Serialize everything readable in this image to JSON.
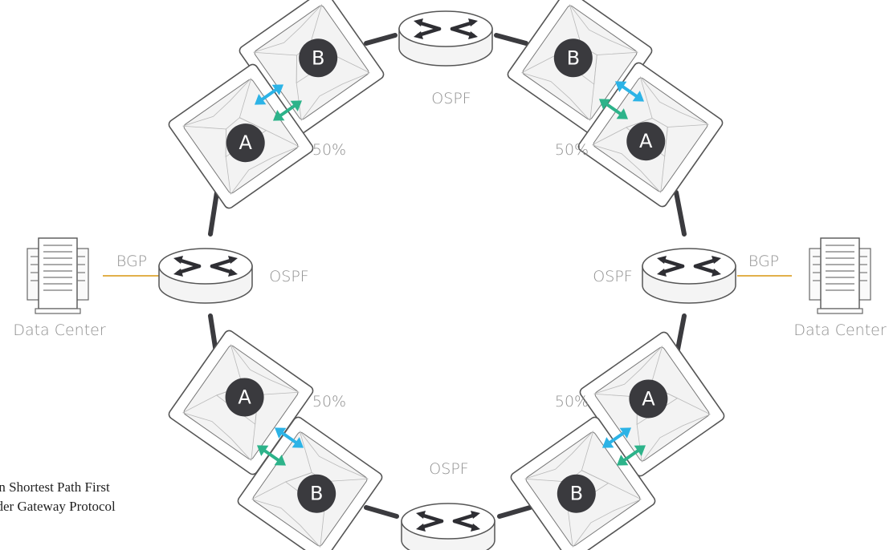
{
  "labels": {
    "ospf": "OSPF",
    "bgp": "BGP",
    "data_center": "Data Center",
    "percent": "50%",
    "device_a": "A",
    "device_b": "B"
  },
  "legend": {
    "line1": "Open Shortest Path First",
    "line2": "Border Gateway Protocol"
  },
  "colors": {
    "ring_link": "#3b3b3f",
    "bgp_link": "#e2b04a",
    "arrow_blue": "#2cb3e6",
    "arrow_green": "#2db38a",
    "badge": "#3a3a3e",
    "label_text": "#8f8f8f"
  }
}
